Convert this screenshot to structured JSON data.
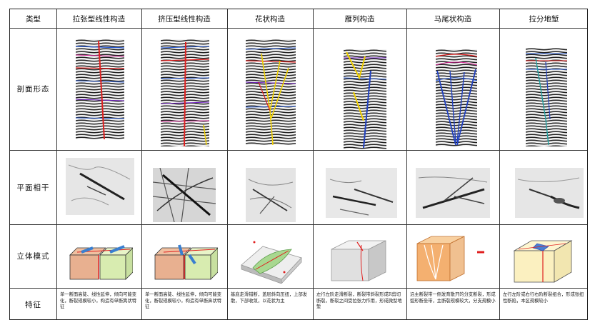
{
  "headers": [
    "类型",
    "拉张型线性构造",
    "挤压型线性构造",
    "花状构造",
    "雁列构造",
    "马尾状构造",
    "拉分地堑"
  ],
  "rows": [
    "剖面形态",
    "平面相干",
    "立体模式",
    "特征"
  ],
  "descriptions": [
    "单一断面高陡、线性延伸，倾向可能变化，断裂规模较小，构造有单断箕状特征",
    "单一断面高陡、线性延伸，倾向可能变化，断裂规模较小，构造有单断鼻状特征",
    "基底走滑错断，盖层斜向压扭，上部发散，下部收敛，以花状为主",
    "左行左阶走滑断裂，断裂带斜裂形成R剪切断裂，断裂之间受拉张力作用，形成微型地堑",
    "沿主断裂带一侧发育散开的分支断裂，形成弧形断垒带，主断裂规模较大，分支规模小",
    "左行左阶或右行右阶断裂组合，形成张扭性断陷，本区规模较小"
  ],
  "colors": {
    "border": "#333333",
    "fault_red": "#e02020",
    "fault_blue": "#2040c0",
    "fault_yellow": "#f0d000",
    "block_tan": "#e8b090",
    "block_green": "#d8ecb0",
    "arrow_blue": "#3a7fd0"
  }
}
